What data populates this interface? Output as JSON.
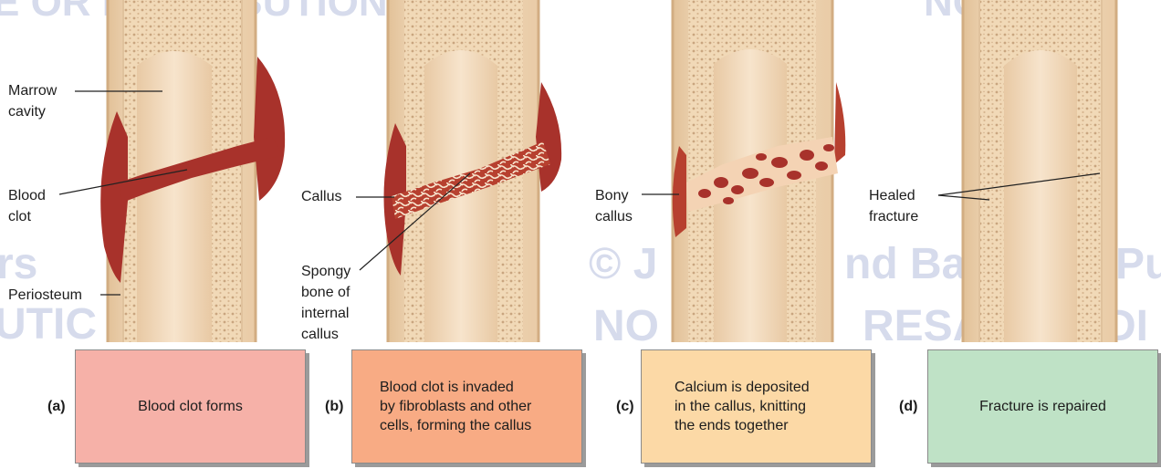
{
  "watermarks": [
    "E OR DISTRIBUTION",
    "NOT FOR",
    "rs",
    "UTIC",
    "© J",
    "nd Ba",
    "Pu",
    "NO",
    "RESA",
    "DI"
  ],
  "labels": {
    "marrow_cavity": [
      "Marrow",
      "cavity"
    ],
    "blood_clot": [
      "Blood",
      "clot"
    ],
    "periosteum": "Periosteum",
    "callus": "Callus",
    "spongy_bone": [
      "Spongy",
      "bone of",
      "internal",
      "callus"
    ],
    "bony_callus": [
      "Bony",
      "callus"
    ],
    "healed_fracture": [
      "Healed",
      "fracture"
    ]
  },
  "steps": [
    {
      "letter": "(a)",
      "lines": [
        "Blood clot forms"
      ],
      "color": "#f6b1a8"
    },
    {
      "letter": "(b)",
      "lines": [
        "Blood clot is invaded",
        "by fibroblasts and other",
        "cells, forming the callus"
      ],
      "color": "#f8ab84"
    },
    {
      "letter": "(c)",
      "lines": [
        "Calcium is deposited",
        "in the callus, knitting",
        "the ends together"
      ],
      "color": "#fcd9a6"
    },
    {
      "letter": "(d)",
      "lines": [
        "Fracture is repaired"
      ],
      "color": "#bfe2c6"
    }
  ],
  "colors": {
    "bone_wall": "#f1d9b7",
    "bone_outline": "#d7b387",
    "marrow": "#f4dcc0",
    "spongy_dots": "#d2b28f",
    "blood_clot": "#a8322b",
    "callus_pattern": "#f7e3cc"
  }
}
